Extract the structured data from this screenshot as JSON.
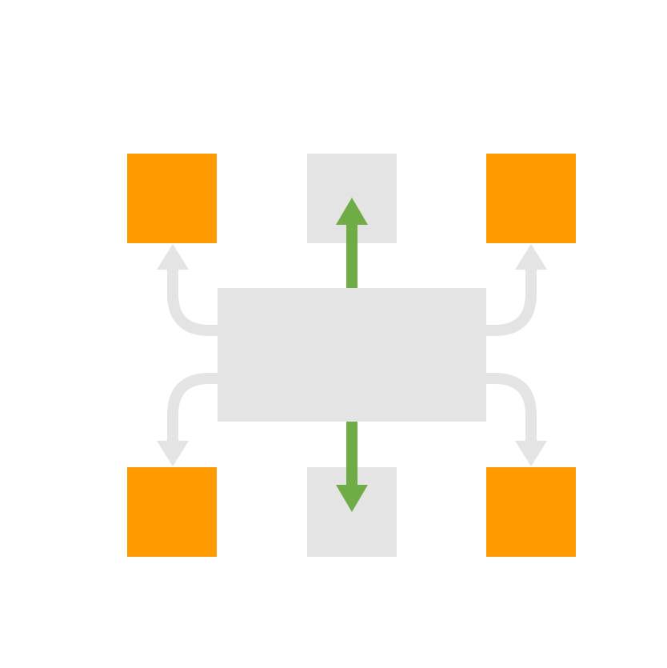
{
  "diagram": {
    "type": "hub-and-spoke",
    "colors": {
      "background": "#ffffff",
      "hub": "#e4e4e4",
      "neutral_node": "#e4e4e4",
      "highlight_node": "#ff9a00",
      "neutral_connector": "#e4e4e4",
      "active_connector": "#6fac46"
    },
    "hub": {
      "label": "",
      "color_role": "hub"
    },
    "nodes": [
      {
        "id": "top-left",
        "label": "",
        "color_role": "highlight_node"
      },
      {
        "id": "top-center",
        "label": "",
        "color_role": "neutral_node"
      },
      {
        "id": "top-right",
        "label": "",
        "color_role": "highlight_node"
      },
      {
        "id": "bottom-left",
        "label": "",
        "color_role": "highlight_node"
      },
      {
        "id": "bottom-center",
        "label": "",
        "color_role": "neutral_node"
      },
      {
        "id": "bottom-right",
        "label": "",
        "color_role": "highlight_node"
      }
    ],
    "connectors": [
      {
        "from": "hub",
        "to": "top-left",
        "style": "curved",
        "color_role": "neutral_connector"
      },
      {
        "from": "hub",
        "to": "top-center",
        "style": "straight",
        "color_role": "active_connector"
      },
      {
        "from": "hub",
        "to": "top-right",
        "style": "curved",
        "color_role": "neutral_connector"
      },
      {
        "from": "hub",
        "to": "bottom-left",
        "style": "curved",
        "color_role": "neutral_connector"
      },
      {
        "from": "hub",
        "to": "bottom-center",
        "style": "straight",
        "color_role": "active_connector"
      },
      {
        "from": "hub",
        "to": "bottom-right",
        "style": "curved",
        "color_role": "neutral_connector"
      }
    ]
  }
}
